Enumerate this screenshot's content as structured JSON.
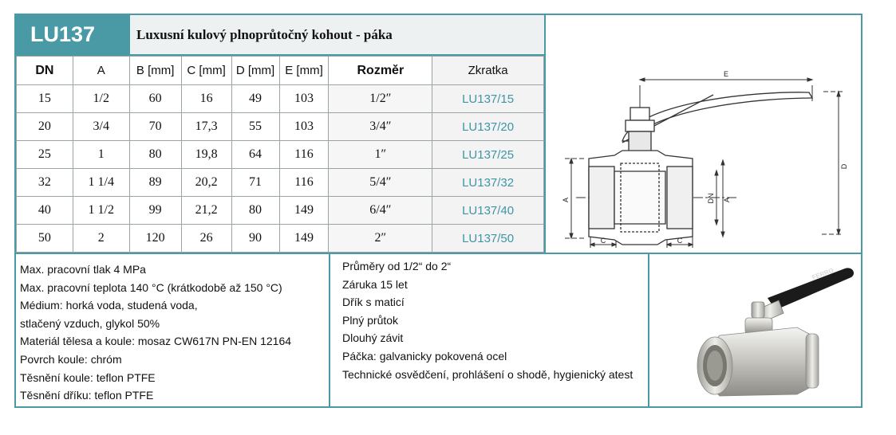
{
  "header": {
    "code": "LU137",
    "title": "Luxusní kulový plnoprůtočný kohout - páka"
  },
  "table": {
    "columns": [
      "DN",
      "A",
      "B [mm]",
      "C [mm]",
      "D [mm]",
      "E [mm]",
      "Rozměr",
      "Zkratka"
    ],
    "rows": [
      [
        "15",
        "1/2",
        "60",
        "16",
        "49",
        "103",
        "1/2″",
        "LU137/15"
      ],
      [
        "20",
        "3/4",
        "70",
        "17,3",
        "55",
        "103",
        "3/4″",
        "LU137/20"
      ],
      [
        "25",
        "1",
        "80",
        "19,8",
        "64",
        "116",
        "1″",
        "LU137/25"
      ],
      [
        "32",
        "1 1/4",
        "89",
        "20,2",
        "71",
        "116",
        "5/4″",
        "LU137/32"
      ],
      [
        "40",
        "1 1/2",
        "99",
        "21,2",
        "80",
        "149",
        "6/4″",
        "LU137/40"
      ],
      [
        "50",
        "2",
        "120",
        "26",
        "90",
        "149",
        "2″",
        "LU137/50"
      ]
    ]
  },
  "drawing": {
    "labels": {
      "e": "E",
      "d": "D",
      "a_left": "A",
      "dn": "DN",
      "a_right": "A",
      "c_left": "C",
      "c_right": "C"
    }
  },
  "specs_left": [
    "Max. pracovní tlak 4 MPa",
    "Max. pracovní teplota 140 °C (krátkodobě až 150 °C)",
    "Médium: horká voda, studená voda,",
    "stlačený vzduch, glykol 50%",
    "Materiál tělesa a koule: mosaz CW617N PN-EN 12164",
    "Povrch koule: chróm",
    "Těsnění koule: teflon PTFE",
    "Těsnění dříku: teflon PTFE"
  ],
  "specs_right": [
    "Průměry od 1/2“ do 2“",
    "Záruka 15 let",
    "Dřík s maticí",
    "Plný průtok",
    "Dlouhý závit",
    "Páčka: galvanicky pokovená ocel",
    "Technické osvědčení, prohlášení o shodě, hygienický atest"
  ],
  "photo": {
    "brand_text": "FERRO"
  },
  "colors": {
    "accent": "#4a9aa6",
    "abbr_text": "#3f95a5"
  }
}
